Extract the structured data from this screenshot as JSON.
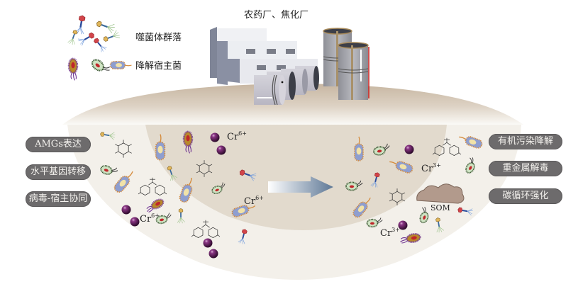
{
  "title": "农药厂、焦化厂",
  "legend": {
    "phage_community": "噬菌体群落",
    "degrading_host": "降解宿主菌"
  },
  "left_mechanisms": [
    "AMGs表达",
    "水平基因转移",
    "病毒-宿主协同"
  ],
  "right_outcomes": [
    "有机污染降解",
    "重金属解毒",
    "碳循环强化"
  ],
  "ions": {
    "cr6": "Cr",
    "cr6_sup": "6+",
    "cr3": "Cr",
    "cr3_sup": "3+"
  },
  "som_label": "SOM",
  "colors": {
    "soil_top": "#c9b9a5",
    "soil_inner": "#e2dacd",
    "soil_outer": "#f3f0ea",
    "pill_bg": "#6d6b6c",
    "arrow": "#5e7896",
    "cr_ball": "#5a1a56"
  }
}
